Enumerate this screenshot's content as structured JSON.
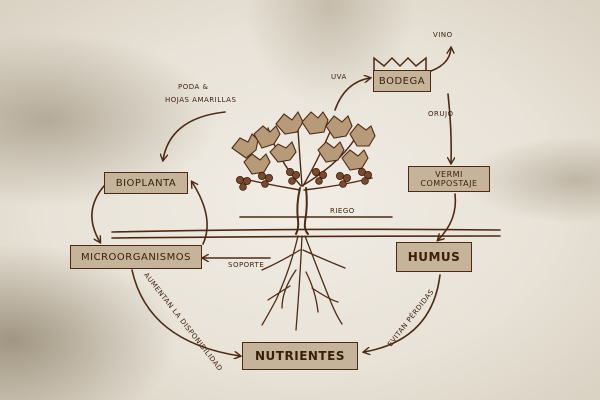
{
  "diagram": {
    "nodes": {
      "bodega": "BODEGA",
      "bioplanta": "BIOPLANTA",
      "microorganismos": "MICROORGANISMOS",
      "vermicompostaje_line1": "VERMI",
      "vermicompostaje_line2": "COMPOSTAJE",
      "humus": "HUMUS",
      "nutrientes": "NUTRIENTES"
    },
    "edge_labels": {
      "vino": "VINO",
      "uva": "UVA",
      "orujo": "ORUJO",
      "poda_line1": "PODA &",
      "poda_line2": "HOJAS AMARILLAS",
      "riego": "RIEGO",
      "soporte": "SOPORTE",
      "aumentan": "AUMENTAN LA DISPONIBILIDAD",
      "evitan": "EVITAN PÉRDIDAS"
    },
    "colors": {
      "ink": "#4e2a15",
      "box_fill": "#c6b49a",
      "text": "#3b1d0c"
    }
  }
}
